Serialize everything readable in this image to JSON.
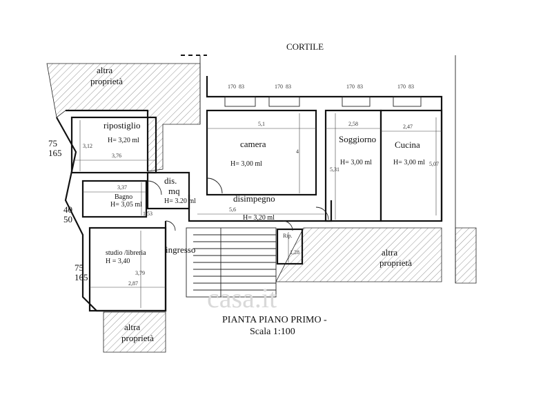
{
  "courtyard": "CORTILE",
  "title_line1": "PIANTA PIANO PRIMO -",
  "title_line2": "Scala 1:100",
  "watermark": "casa.it",
  "neighbors": {
    "top_left": [
      "altra",
      "proprietà"
    ],
    "right": [
      "altra",
      "proprietà"
    ],
    "bottom": [
      "altra",
      "proprietà"
    ]
  },
  "rooms": {
    "ripostiglio": {
      "name": "ripostiglio",
      "height": "H= 3,20 ml"
    },
    "camera": {
      "name": "camera",
      "height": "H= 3,00 ml"
    },
    "soggiorno": {
      "name": "Soggiorno",
      "height": "H= 3,00 ml"
    },
    "cucina": {
      "name": "Cucina",
      "height": "H= 3,00 ml"
    },
    "dis": {
      "name": "dis.",
      "unit": "mq",
      "height": "H= 3.20 ml"
    },
    "bagno": {
      "name": "Bagno",
      "height": "H= 3,05 ml"
    },
    "disimpegno": {
      "name": "disimpegno",
      "height": "H= 3,20 ml"
    },
    "studio": {
      "name": "studio /libreria",
      "height": "H = 3,40"
    },
    "ingresso": {
      "name": "ingresso"
    },
    "rip": {
      "name": "Rip."
    }
  },
  "dimensions": {
    "camera_w": "5,1",
    "camera_h": "4",
    "soggiorno_w": "2,58",
    "soggiorno_h": "5,31",
    "cucina_w": "2,47",
    "cucina_h": "5,07",
    "rip_w": "3,76",
    "rip_h": "3,12",
    "bagno_w": "3,37",
    "bagno_h": "1,53",
    "disimp_w": "5,6",
    "studio_w": "2,87",
    "studio_h": "3,79",
    "rip_small_h": "1,28"
  },
  "window_marks": {
    "w1": [
      "170",
      "83"
    ],
    "w2": [
      "170",
      "83"
    ],
    "w3": [
      "170",
      "83"
    ],
    "w4": [
      "170",
      "83"
    ],
    "left_upper": [
      "75",
      "165"
    ],
    "left_middle": [
      "40",
      "50"
    ],
    "left_lower": [
      "75",
      "165"
    ]
  }
}
